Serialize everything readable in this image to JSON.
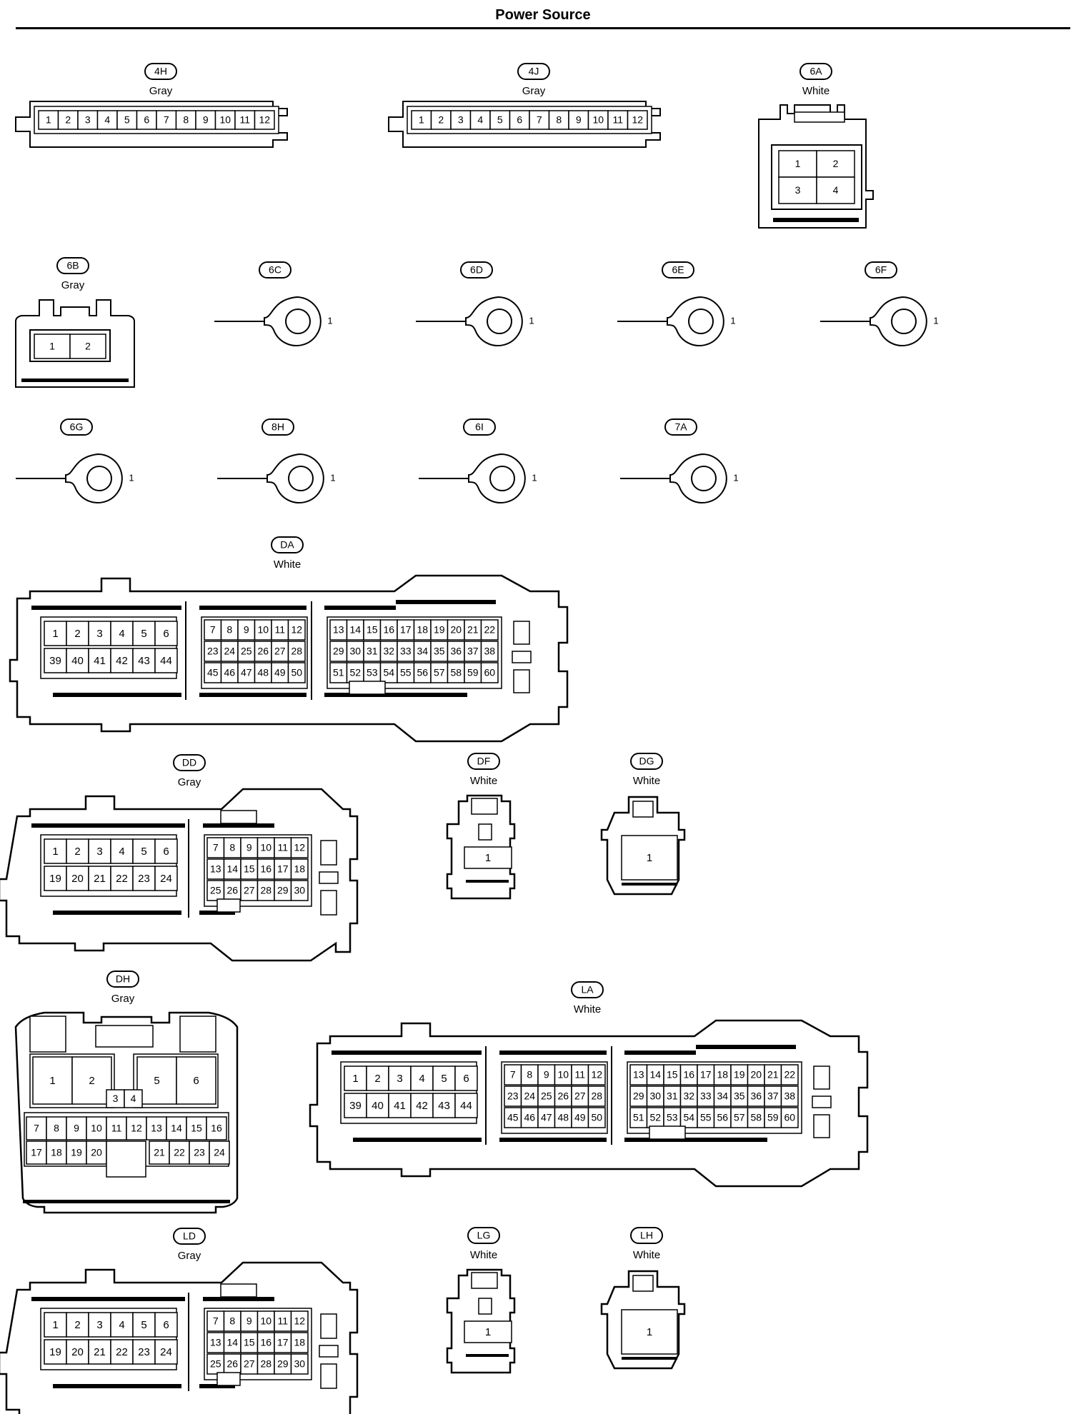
{
  "title": "Power Source",
  "connectors": [
    {
      "code": "4H",
      "color": "Gray",
      "pins": [
        "1",
        "2",
        "3",
        "4",
        "5",
        "6",
        "7",
        "8",
        "9",
        "10",
        "11",
        "12"
      ]
    },
    {
      "code": "4J",
      "color": "Gray",
      "pins": [
        "1",
        "2",
        "3",
        "4",
        "5",
        "6",
        "7",
        "8",
        "9",
        "10",
        "11",
        "12"
      ]
    },
    {
      "code": "6A",
      "color": "White",
      "pins": [
        "1",
        "2",
        "3",
        "4"
      ]
    },
    {
      "code": "6B",
      "color": "Gray",
      "pins": [
        "1",
        "2"
      ]
    },
    {
      "code": "6C",
      "pins": [
        "1"
      ]
    },
    {
      "code": "6D",
      "pins": [
        "1"
      ]
    },
    {
      "code": "6E",
      "pins": [
        "1"
      ]
    },
    {
      "code": "6F",
      "pins": [
        "1"
      ]
    },
    {
      "code": "6G",
      "pins": [
        "1"
      ]
    },
    {
      "code": "8H",
      "pins": [
        "1"
      ]
    },
    {
      "code": "6I",
      "pins": [
        "1"
      ]
    },
    {
      "code": "7A",
      "pins": [
        "1"
      ]
    },
    {
      "code": "DA",
      "color": "White",
      "pin_groups": [
        [
          [
            "1",
            "2",
            "3",
            "4",
            "5",
            "6"
          ],
          [
            "39",
            "40",
            "41",
            "42",
            "43",
            "44"
          ]
        ],
        [
          [
            "7",
            "8",
            "9",
            "10",
            "11",
            "12"
          ],
          [
            "23",
            "24",
            "25",
            "26",
            "27",
            "28"
          ],
          [
            "45",
            "46",
            "47",
            "48",
            "49",
            "50"
          ]
        ],
        [
          [
            "13",
            "14",
            "15",
            "16",
            "17",
            "18",
            "19",
            "20",
            "21",
            "22"
          ],
          [
            "29",
            "30",
            "31",
            "32",
            "33",
            "34",
            "35",
            "36",
            "37",
            "38"
          ],
          [
            "51",
            "52",
            "53",
            "54",
            "55",
            "56",
            "57",
            "58",
            "59",
            "60"
          ]
        ]
      ]
    },
    {
      "code": "DD",
      "color": "Gray",
      "pin_groups": [
        [
          [
            "1",
            "2",
            "3",
            "4",
            "5",
            "6"
          ],
          [
            "19",
            "20",
            "21",
            "22",
            "23",
            "24"
          ]
        ],
        [
          [
            "7",
            "8",
            "9",
            "10",
            "11",
            "12"
          ],
          [
            "13",
            "14",
            "15",
            "16",
            "17",
            "18"
          ],
          [
            "25",
            "26",
            "27",
            "28",
            "29",
            "30"
          ]
        ]
      ]
    },
    {
      "code": "DF",
      "color": "White",
      "pins": [
        "1"
      ]
    },
    {
      "code": "DG",
      "color": "White",
      "pins": [
        "1"
      ]
    },
    {
      "code": "DH",
      "color": "Gray",
      "pins": [
        "1",
        "2",
        "3",
        "4",
        "5",
        "6",
        "7",
        "8",
        "9",
        "10",
        "11",
        "12",
        "13",
        "14",
        "15",
        "16",
        "17",
        "18",
        "19",
        "20",
        "21",
        "22",
        "23",
        "24"
      ]
    },
    {
      "code": "LA",
      "color": "White",
      "pin_groups": [
        [
          [
            "1",
            "2",
            "3",
            "4",
            "5",
            "6"
          ],
          [
            "39",
            "40",
            "41",
            "42",
            "43",
            "44"
          ]
        ],
        [
          [
            "7",
            "8",
            "9",
            "10",
            "11",
            "12"
          ],
          [
            "23",
            "24",
            "25",
            "26",
            "27",
            "28"
          ],
          [
            "45",
            "46",
            "47",
            "48",
            "49",
            "50"
          ]
        ],
        [
          [
            "13",
            "14",
            "15",
            "16",
            "17",
            "18",
            "19",
            "20",
            "21",
            "22"
          ],
          [
            "29",
            "30",
            "31",
            "32",
            "33",
            "34",
            "35",
            "36",
            "37",
            "38"
          ],
          [
            "51",
            "52",
            "53",
            "54",
            "55",
            "56",
            "57",
            "58",
            "59",
            "60"
          ]
        ]
      ]
    },
    {
      "code": "LD",
      "color": "Gray",
      "pin_groups": [
        [
          [
            "1",
            "2",
            "3",
            "4",
            "5",
            "6"
          ],
          [
            "19",
            "20",
            "21",
            "22",
            "23",
            "24"
          ]
        ],
        [
          [
            "7",
            "8",
            "9",
            "10",
            "11",
            "12"
          ],
          [
            "13",
            "14",
            "15",
            "16",
            "17",
            "18"
          ],
          [
            "25",
            "26",
            "27",
            "28",
            "29",
            "30"
          ]
        ]
      ]
    },
    {
      "code": "LG",
      "color": "White",
      "pins": [
        "1"
      ]
    },
    {
      "code": "LH",
      "color": "White",
      "pins": [
        "1"
      ]
    }
  ]
}
